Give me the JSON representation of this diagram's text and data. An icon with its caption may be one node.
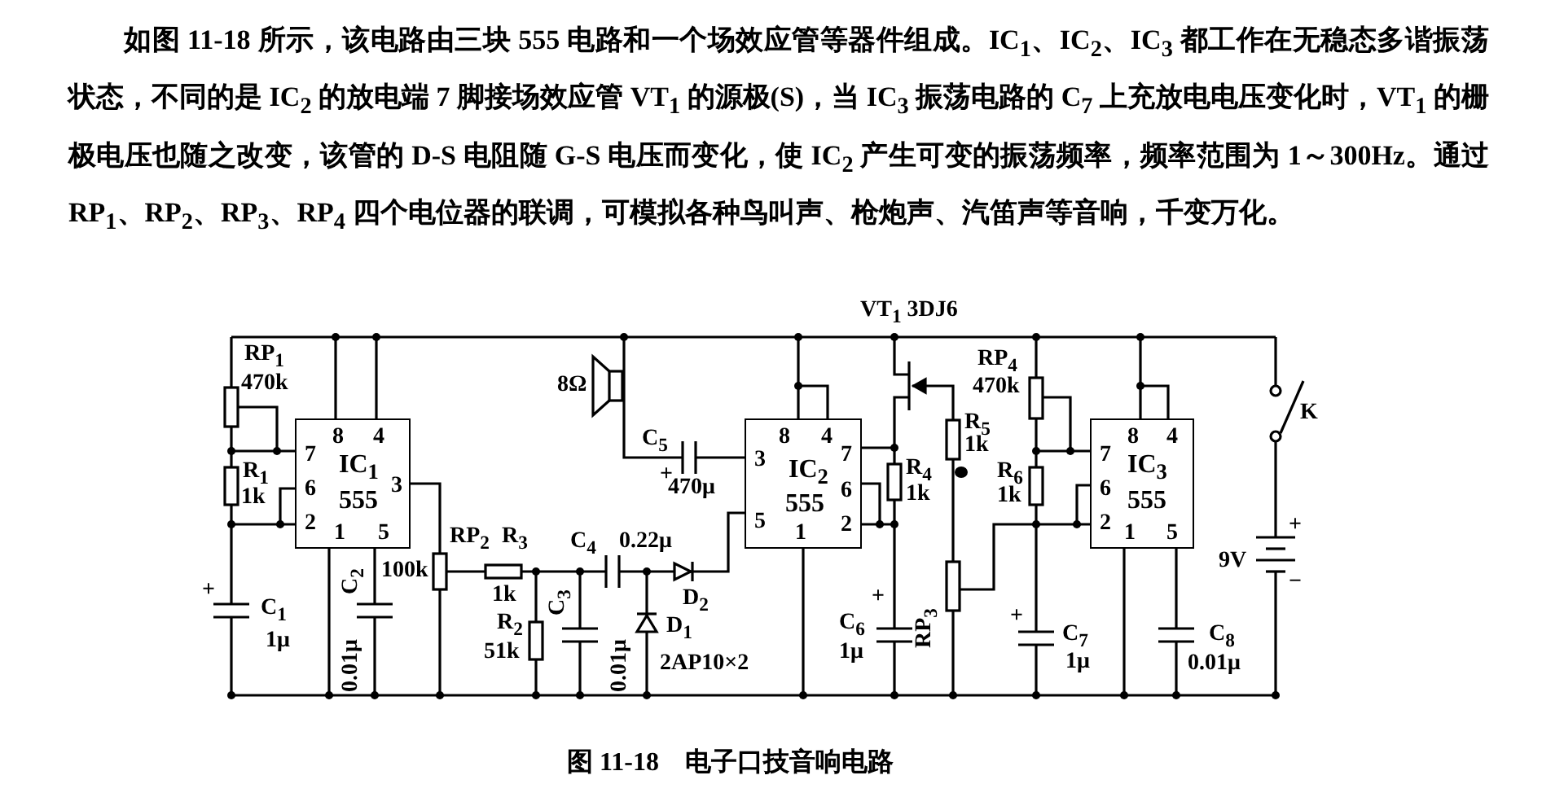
{
  "diagram": {
    "caption": "图 11-18　电子口技音响电路",
    "nodes": [
      {
        "text": [
          "IC$_{1}$",
          "555",
          "7",
          "8",
          "4",
          "6",
          "3",
          "2",
          "1",
          "5"
        ]
      },
      {
        "text": [
          "IC$_{2}$",
          "555",
          "8",
          "4",
          "3",
          "7",
          "6",
          "5",
          "2",
          "1"
        ]
      },
      {
        "text": [
          "IC$_{3}$",
          "555",
          "7",
          "8",
          "4",
          "6",
          "2",
          "1",
          "5"
        ]
      }
    ],
    "labels": [
      "如图 11-18 所示，该电路由三块 555 电路和一个场效应管等器件组成。IC$_{1}$、IC$_{2}$、IC$_{3}$ 都工作在无稳态多谐振荡状态，不同的是 IC$_{2}$ 的放电端 7 脚接场效应管 VT$_{1}$ 的源极(S)，当 IC$_{3}$ 振荡电路的 C$_{7}$ 上充放电电压变化时，VT$_{1}$ 的栅极电压也随之改变，该管的 D-S 电阻随 G-S 电压而变化，使 IC$_{2}$ 产生可变的振荡频率，频率范围为 1～300Hz。通过 RP$_{1}$、RP$_{2}$、RP$_{3}$、RP$_{4}$ 四个电位器的联调，可模拟各种鸟叫声、枪炮声、汽笛声等音响，千变万化。",
      "VT$_{1}$ 3DJ6",
      "RP$_{1}$",
      "470k",
      "R$_{1}$",
      "1k",
      "+",
      "C$_{1}$",
      "1μ",
      "C$_{2}$",
      "0.01μ",
      "100k",
      "RP$_{2}$",
      "R$_{3}$",
      "1k",
      "R$_{2}$",
      "51k",
      "C$_{3}$",
      "0.01μ",
      "C$_{4}$",
      "0.22μ",
      "D$_{2}$",
      "D$_{1}$",
      "2AP10×2",
      "8Ω",
      "C$_{5}$",
      "+",
      "470μ",
      "R$_{4}$",
      "1k",
      "+",
      "C$_{6}$",
      "1μ",
      "RP$_{3}$",
      "RP$_{4}$",
      "470k",
      "R$_{5}$",
      "1k",
      "R$_{6}$",
      "1k",
      "+",
      "C$_{7}$",
      "1μ",
      "C$_{8}$",
      "0.01μ",
      "K",
      "9V",
      "+",
      "−"
    ]
  }
}
